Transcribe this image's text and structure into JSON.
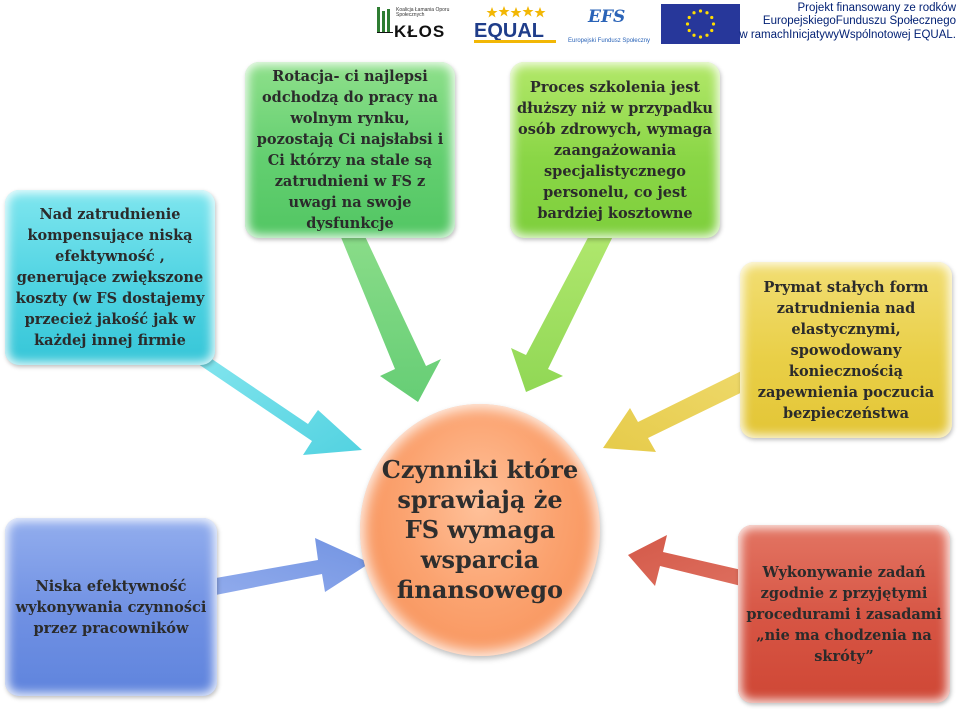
{
  "header": {
    "project_note": [
      "Projekt finansowany ze rodków",
      "EuropejskiegoFunduszu Społecznego",
      "w ramachInicjatywyWspólnotowej EQUAL."
    ],
    "logos": {
      "klos_small": "Koalicja Łamania Oporu Społecznych",
      "klos": "KŁOS",
      "equal": "EQUAL",
      "efs": "EFS",
      "efs_caption": "Europejski Fundusz Społeczny"
    },
    "colors": {
      "note_text": "#001f73",
      "eu_flag": "#27379a",
      "eu_stars": "#ffdd00"
    }
  },
  "diagram": {
    "center": "Czynniki które sprawiają że FS wymaga wsparcia finansowego",
    "boxes": {
      "cyan": "Nad zatrudnienie kompensujące niską efektywność , generujące zwiększone koszty (w FS dostajemy przecież jakość jak w każdej innej firmie",
      "green1": "Rotacja- ci najlepsi odchodzą do pracy na wolnym rynku, pozostają Ci najsłabsi i Ci którzy na stale są zatrudnieni w FS z uwagi na swoje dysfunkcje",
      "green2": "Proces szkolenia jest dłuższy niż w przypadku osób zdrowych, wymaga zaangażowania specjalistycznego personelu, co jest bardziej kosztowne",
      "yellow": "Prymat stałych form zatrudnienia nad elastycznymi, spowodowany koniecznością zapewnienia poczucia bezpieczeństwa",
      "blue": "Niska efektywność wykonywania czynności przez pracowników",
      "red": "Wykonywanie zadań zgodnie z przyjętymi procedurami i zasadami „nie ma chodzenia na skróty”"
    },
    "colors": {
      "cyan": "#4fd3e2",
      "green1": "#63cf70",
      "green2": "#8ad646",
      "yellow": "#e9cf47",
      "blue": "#6f90e3",
      "red": "#d65443",
      "center": "#fba370"
    }
  }
}
